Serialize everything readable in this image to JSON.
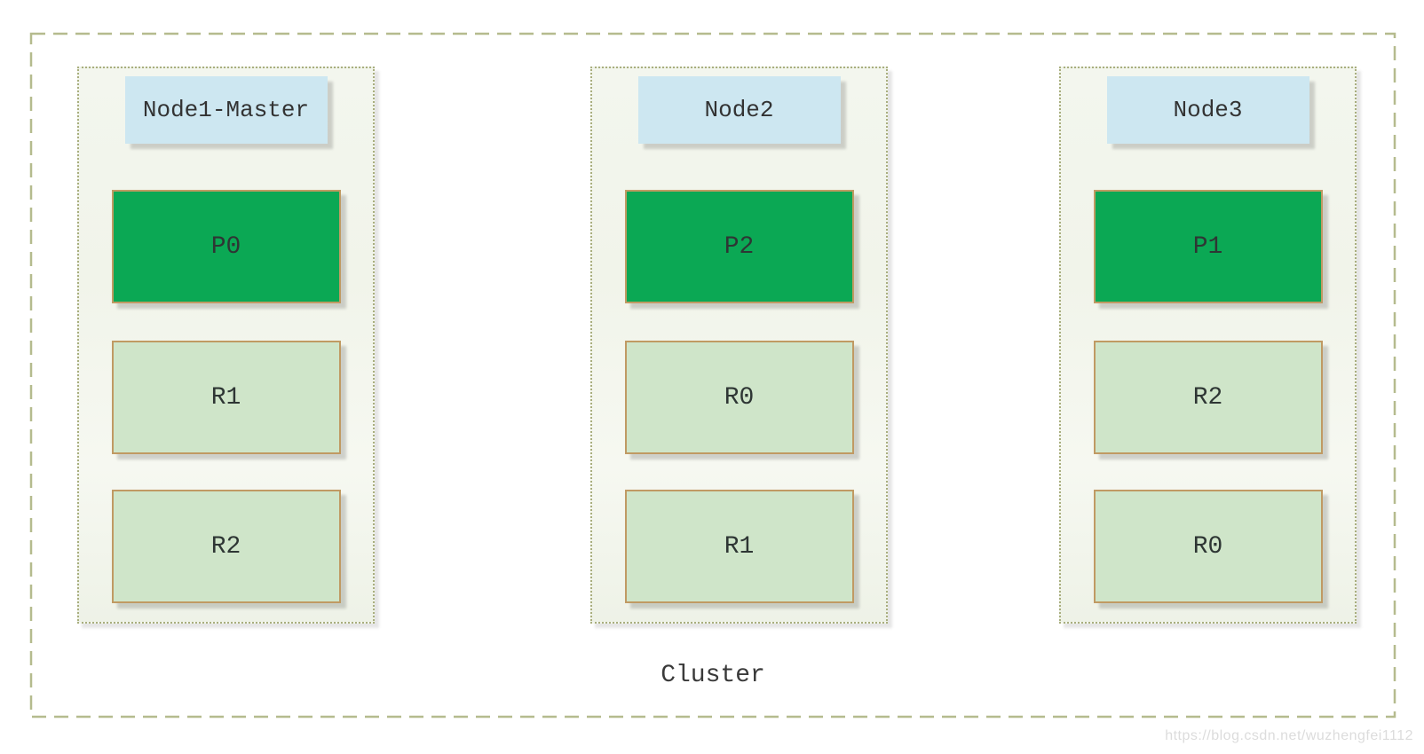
{
  "cluster": {
    "label": "Cluster",
    "nodes": [
      {
        "title": "Node1-Master",
        "shards": [
          {
            "label": "P0",
            "type": "primary"
          },
          {
            "label": "R1",
            "type": "replica"
          },
          {
            "label": "R2",
            "type": "replica"
          }
        ]
      },
      {
        "title": "Node2",
        "shards": [
          {
            "label": "P2",
            "type": "primary"
          },
          {
            "label": "R0",
            "type": "replica"
          },
          {
            "label": "R1",
            "type": "replica"
          }
        ]
      },
      {
        "title": "Node3",
        "shards": [
          {
            "label": "P1",
            "type": "primary"
          },
          {
            "label": "R2",
            "type": "replica"
          },
          {
            "label": "R0",
            "type": "replica"
          }
        ]
      }
    ]
  },
  "watermark": "https://blog.csdn.net/wuzhengfei1112",
  "colors": {
    "primary_shard": "#0ba854",
    "replica_shard": "#cfe5c9",
    "shard_border": "#c09a63",
    "node_title_bg": "#cde7f1",
    "node_border": "#a9ae7e",
    "boundary": "#b5bb8e",
    "text": "#333333"
  }
}
